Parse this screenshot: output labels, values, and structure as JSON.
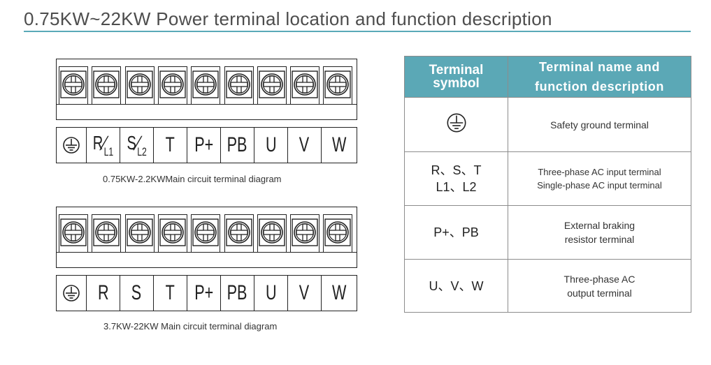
{
  "title": "0.75KW~22KW Power terminal location and function description",
  "diagram_1": {
    "terminal_count": 9,
    "labels": [
      "ground-icon",
      "R/L1",
      "S/L2",
      "T",
      "P+",
      "PB",
      "U",
      "V",
      "W"
    ],
    "label_parts": {
      "r_main": "R",
      "r_sub": "L1",
      "s_main": "S",
      "s_sub": "L2"
    },
    "caption": "0.75KW-2.2KWMain circuit terminal diagram"
  },
  "diagram_2": {
    "terminal_count": 9,
    "labels": [
      "ground-icon",
      "R",
      "S",
      "T",
      "P+",
      "PB",
      "U",
      "V",
      "W"
    ],
    "caption": "3.7KW-22KW Main circuit terminal diagram"
  },
  "table": {
    "header_symbol_l1": "Terminal",
    "header_symbol_l2": "symbol",
    "header_desc_l1": "Terminal name and",
    "header_desc_l2": "function description",
    "header_color": "#5ba8b6",
    "rows": [
      {
        "symbol_icon": "ground-icon",
        "desc_l1": "Safety ground terminal"
      },
      {
        "symbol_l1": "R、S、T",
        "symbol_l2": "L1、L2",
        "desc_l1": "Three-phase AC input terminal",
        "desc_l2": "Single-phase AC input terminal"
      },
      {
        "symbol_l1": "P+、PB",
        "desc_l1": "External braking",
        "desc_l2": "resistor terminal"
      },
      {
        "symbol_l1": "U、V、W",
        "desc_l1": "Three-phase AC",
        "desc_l2": "output terminal"
      }
    ]
  },
  "accent_color": "#5aa9b8"
}
